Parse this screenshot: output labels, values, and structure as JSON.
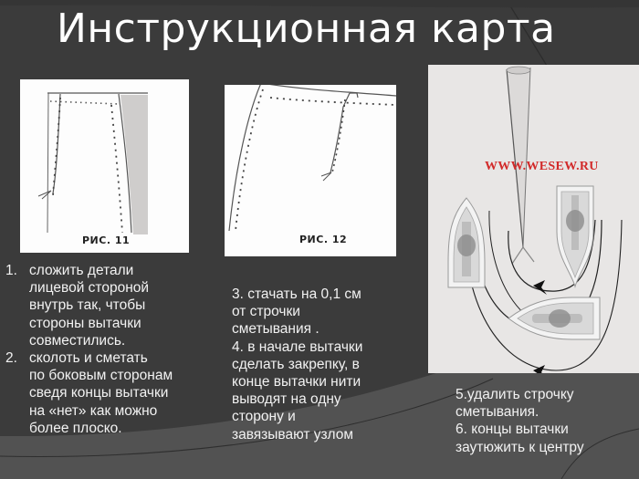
{
  "slide": {
    "title": "Инструкционная карта",
    "colors": {
      "background": "#3a3a3a",
      "swoosh_dark": "#2b2b2b",
      "swoosh_light": "#555555",
      "text": "#f2f2f2",
      "watermark": "#d22a2a",
      "photo_bg": "#e8e6e5"
    }
  },
  "figures": [
    {
      "id": "fig11",
      "caption": "РИС. 11",
      "icon": "dart-basting-sketch"
    },
    {
      "id": "fig12",
      "caption": "РИС. 12",
      "icon": "dart-stitching-sketch"
    },
    {
      "id": "photo",
      "watermark": "WWW.WESEW.RU",
      "icon": "iron-pressing-diagram"
    }
  ],
  "steps_left": [
    {
      "num": "1.",
      "lines": "сложить детали\nлицевой стороной\nвнутрь так, чтобы\nстороны вытачки\nсовместились."
    },
    {
      "num": "2.",
      "lines": "сколоть и сметать\nпо боковым сторонам\nсведя концы вытачки\nна «нет» как можно\nболее плоско."
    }
  ],
  "steps_middle": "3. стачать на 0,1 см\nот строчки\nсметывания .\n4. в начале вытачки\nсделать закрепку, в\nконце вытачки нити\nвыводят на одну\nсторону и\nзавязывают узлом",
  "steps_right": "5.удалить строчку\nсметывания.\n6. концы вытачки\nзаутюжить к центру"
}
